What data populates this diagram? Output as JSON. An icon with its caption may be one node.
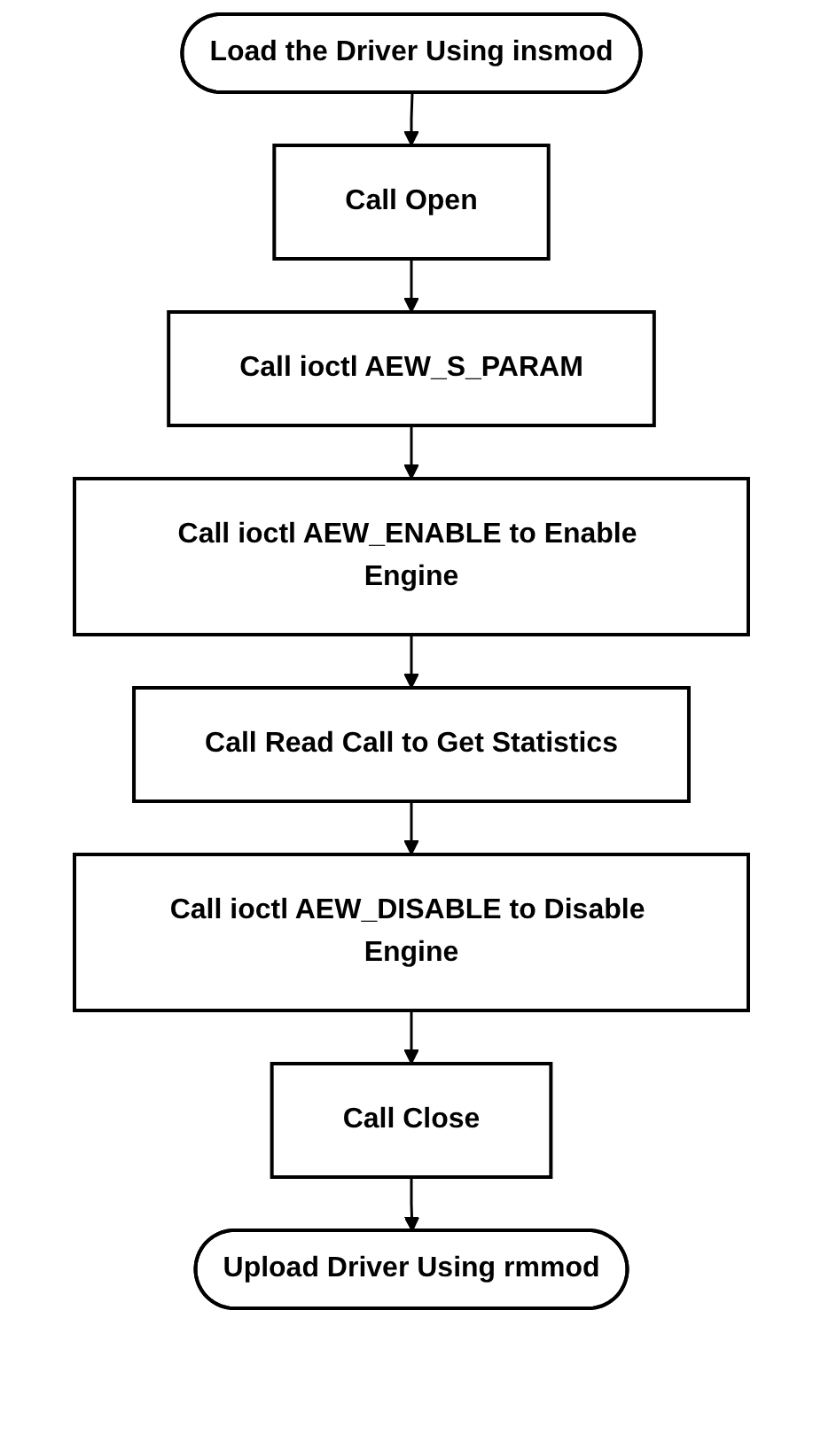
{
  "diagram": {
    "nodes": [
      {
        "text": [
          "Load the Driver Using insmod"
        ]
      },
      {
        "text": [
          "Call Open"
        ]
      },
      {
        "text": [
          "Call ioctl AEW_S_PARAM"
        ]
      },
      {
        "text": [
          "Call ioctl AEW_ENABLE to Enable Engine"
        ]
      },
      {
        "text": [
          "Call Read Call to Get Statistics"
        ]
      },
      {
        "text": [
          "Call ioctl AEW_DISABLE to Disable Engine"
        ]
      },
      {
        "text": [
          "Call Close"
        ]
      },
      {
        "text": [
          "Upload Driver Using rmmod"
        ]
      }
    ],
    "edges": [
      {
        "from": 0,
        "to": 1,
        "arrow": "to"
      },
      {
        "from": 1,
        "to": 2,
        "arrow": "to"
      },
      {
        "from": 2,
        "to": 3,
        "arrow": "to"
      },
      {
        "from": 3,
        "to": 4,
        "arrow": "to"
      },
      {
        "from": 4,
        "to": 5,
        "arrow": "to"
      },
      {
        "from": 5,
        "to": 6,
        "arrow": "to"
      },
      {
        "from": 6,
        "to": 7,
        "arrow": "to"
      }
    ]
  }
}
